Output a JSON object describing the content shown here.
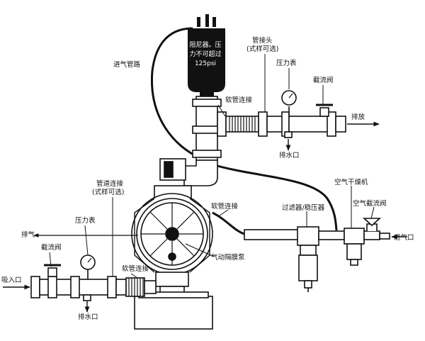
{
  "dampener": {
    "line1": "阻尼器。压",
    "line2": "力不可超过",
    "line3": "125psi"
  },
  "labels": {
    "air_inlet_line": "进气管路",
    "pipe_joint_right": "管接头",
    "pipe_joint_right_note": "(式样可选)",
    "pressure_gauge_right": "压力表",
    "shutoff_valve_right": "截流阀",
    "hose_connection_top": "软管连接",
    "discharge": "排放",
    "drain_right": "排水口",
    "pipe_connection_left": "管道连接",
    "pipe_connection_left_note": "(式样可选)",
    "hose_connection_mid": "软管连接",
    "filter_regulator": "过滤器/稳压器",
    "air_dryer": "空气干燥机",
    "air_shutoff_valve": "空气截流阀",
    "air_inlet": "进气口",
    "exhaust": "排气",
    "pressure_gauge_left": "压力表",
    "shutoff_valve_left": "截流阀",
    "pneumatic_pump": "气动隔膜泵",
    "suction_inlet": "吸入口",
    "hose_connection_bottom": "软管连接",
    "drain_left": "排水口"
  },
  "colors": {
    "line": "#111111",
    "dampener_fill": "#111111",
    "background": "#ffffff"
  }
}
